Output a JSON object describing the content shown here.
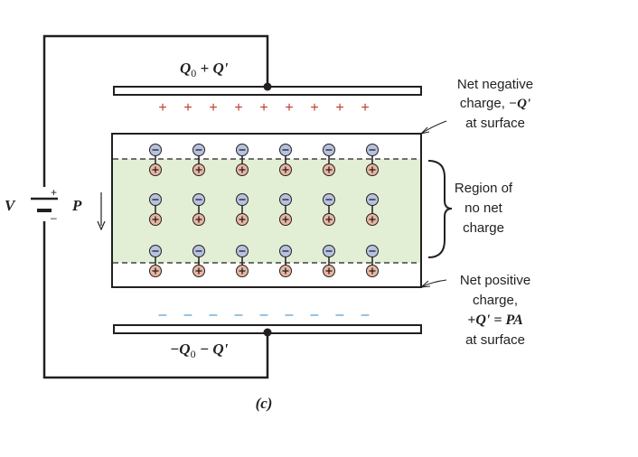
{
  "colors": {
    "wire": "#231f20",
    "plus_sign": "#c0392b",
    "minus_sign": "#3a8fd0",
    "region_fill": "#e2efd4",
    "neg_end_fill": "#b7c2e0",
    "pos_end_fill": "#e8b6a2"
  },
  "plates": {
    "top_label_base": "Q",
    "top_label_sub": "0",
    "top_label_rest": " + Q'",
    "bottom_label_base": "−Q",
    "bottom_label_sub": "0",
    "bottom_label_rest": " − Q'",
    "top_plate_sign": "+",
    "bottom_plate_sign": "–",
    "top_sign_count": 9,
    "bottom_sign_count": 9
  },
  "battery": {
    "voltage_label": "V",
    "plus": "+",
    "minus": "–"
  },
  "polarization": {
    "label": "P"
  },
  "dipoles": {
    "columns": 6,
    "rows": 3,
    "neg_symbol": "−",
    "pos_symbol": "+"
  },
  "annotations": {
    "top_right_line1": "Net negative",
    "top_right_line2_a": "charge, ",
    "top_right_line2_b": "−Q'",
    "top_right_line3": "at surface",
    "middle_line1": "Region of",
    "middle_line2": "no net",
    "middle_line3": "charge",
    "bottom_line1": "Net positive",
    "bottom_line2": "charge,",
    "bottom_line3": "+Q' = PA",
    "bottom_line4": "at surface"
  },
  "caption": "(c)"
}
